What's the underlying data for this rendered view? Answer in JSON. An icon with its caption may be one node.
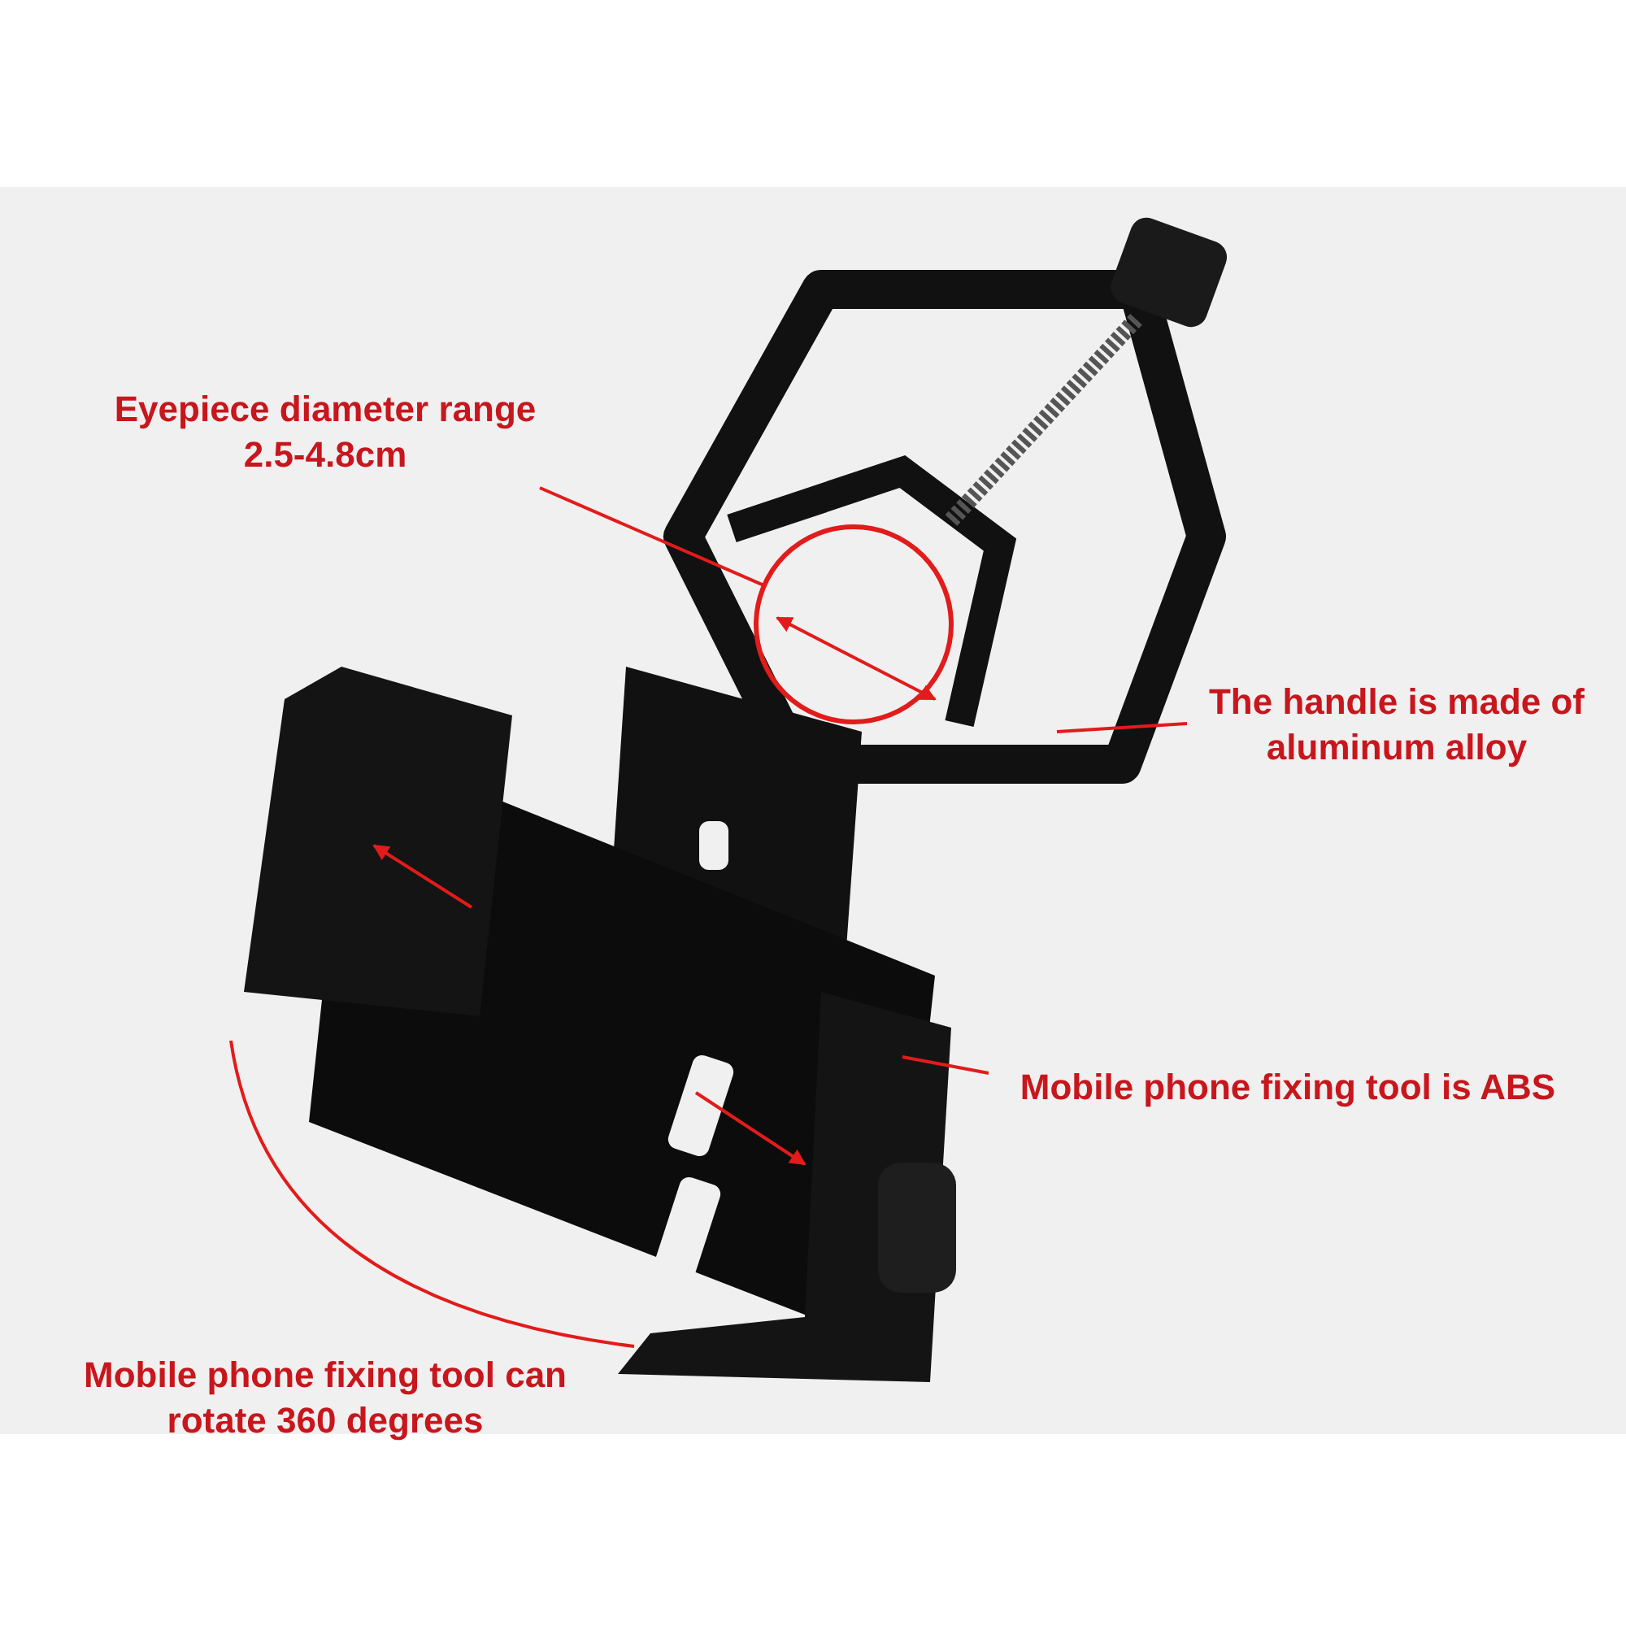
{
  "diagram": {
    "nodes": [
      {
        "text": [
          "Eyepiece diameter range 2.5-4.8cm"
        ]
      },
      {
        "text": [],
        "shape": "circle"
      },
      {
        "text": [
          "The handle is made of aluminum alloy"
        ]
      },
      {
        "text": [
          "Mobile phone fixing tool is ABS"
        ]
      }
    ],
    "edges": [
      {
        "from": 0,
        "to": 1,
        "arrow": "none"
      },
      {
        "from": 2,
        "to": null,
        "arrow": "none"
      },
      {
        "from": 3,
        "to": null,
        "arrow": "none"
      }
    ],
    "labels": [
      "Mobile phone fixing tool can rotate 360 degrees"
    ]
  }
}
